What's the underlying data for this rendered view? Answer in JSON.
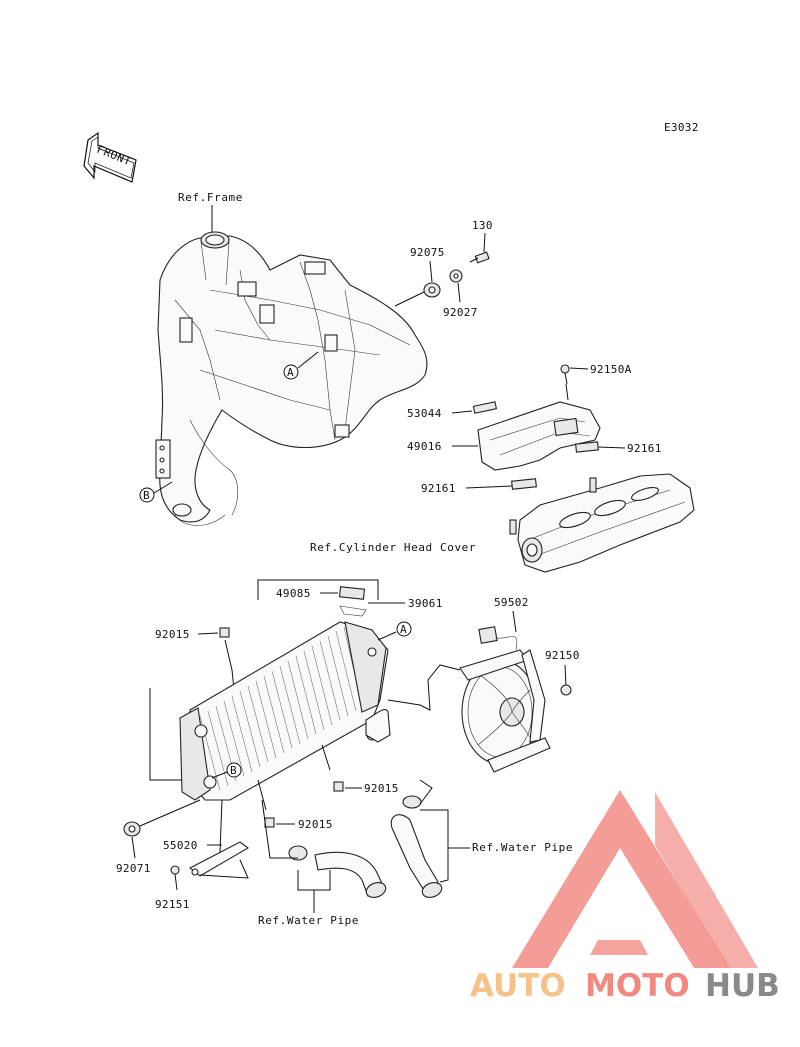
{
  "diagram_code": "E3032",
  "front_label": "FRONT",
  "refs": {
    "frame": "Ref.Frame",
    "cylinder_head_cover": "Ref.Cylinder Head Cover",
    "water_pipe_right": "Ref.Water Pipe",
    "water_pipe_bottom": "Ref.Water Pipe"
  },
  "callouts": {
    "a": "A",
    "b": "B"
  },
  "parts": {
    "p130": "130",
    "p92075": "92075",
    "p92027": "92027",
    "p92150A": "92150A",
    "p53044": "53044",
    "p49016": "49016",
    "p92161_right": "92161",
    "p92161_left": "92161",
    "p49085": "49085",
    "p39061": "39061",
    "p92015_a": "92015",
    "p59502": "59502",
    "p92150": "92150",
    "p92015_b": "92015",
    "p92015_c": "92015",
    "p55020": "55020",
    "p92071": "92071",
    "p92151": "92151"
  },
  "watermark": {
    "part1": "AUTO",
    "part2": "MOTO",
    "part3": "HUB",
    "color1": "#f5c28a",
    "color2": "#f08a80",
    "color3": "#8a8a8a",
    "logo_color": "#f07870"
  }
}
